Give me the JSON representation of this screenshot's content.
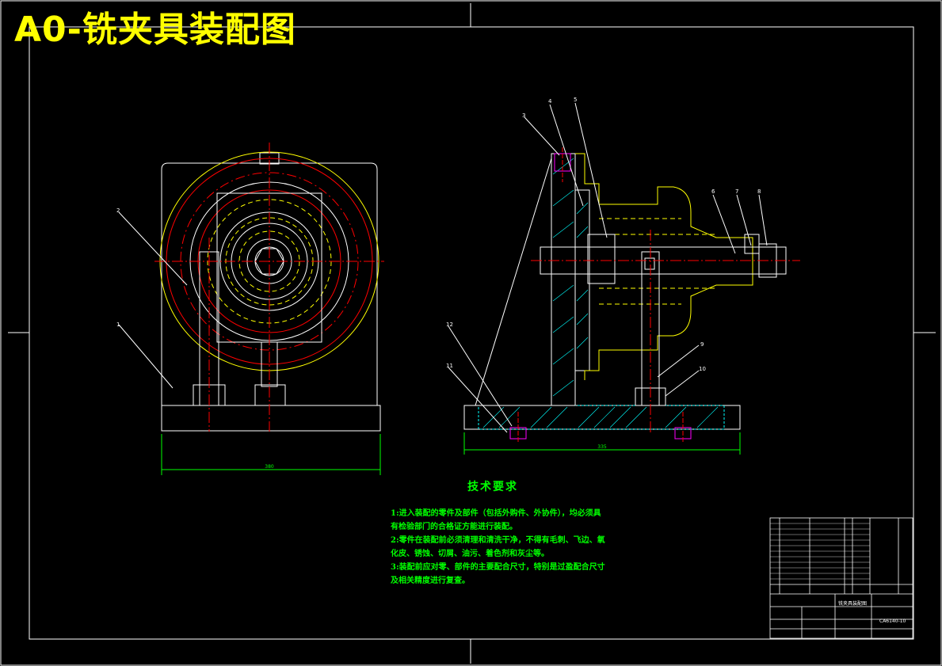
{
  "header": {
    "title": "A0-铣夹具装配图"
  },
  "tech_requirements": {
    "heading": "技术要求",
    "lines": [
      "1:进入装配的零件及部件（包括外购件、外协件），均必须具",
      "有检验部门的合格证方能进行装配。",
      "2:零件在装配前必须清理和清洗干净，不得有毛刺、飞边、氧",
      "化皮、锈蚀、切屑、油污、着色剂和灰尘等。",
      "3:装配前应对零、部件的主要配合尺寸，特别是过盈配合尺寸",
      "及相关精度进行复查。"
    ]
  },
  "callouts": [
    "1",
    "2",
    "3",
    "4",
    "5",
    "6",
    "7",
    "8",
    "9",
    "10",
    "11",
    "12"
  ],
  "title_block": {
    "drawing_name": "铣夹具装配图",
    "drawing_number": "CA6140-10"
  },
  "colors": {
    "frame": "#ffffff",
    "title": "#ffff00",
    "text": "#00ff00",
    "center": "#ff0000",
    "hidden": "#ffff00",
    "section": "#00ffff"
  }
}
